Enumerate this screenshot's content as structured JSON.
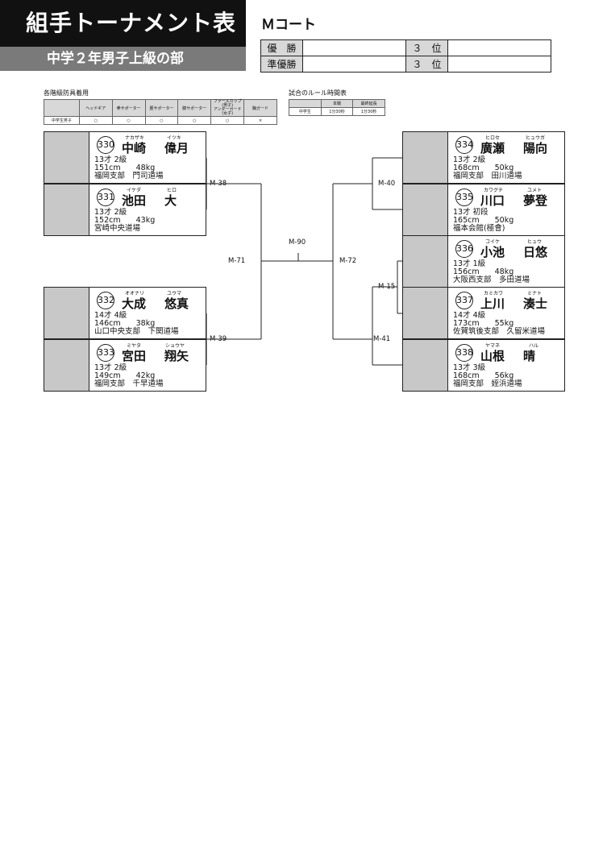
{
  "header": {
    "title": "組手トーナメント表",
    "division": "中学２年男子上級の部",
    "court": "Ｍコート"
  },
  "results": {
    "champion": "優　勝",
    "runner_up": "準優勝",
    "third_a": "３　位",
    "third_b": "３　位"
  },
  "protector_table": {
    "caption": "各階級防具着用",
    "headers": [
      "",
      "ヘッドギア",
      "拳サポーター",
      "脛サポーター",
      "膝サポーター",
      "ファールカップ(男子)",
      "胸ガード"
    ],
    "headers_sub": "アンダーガード(女子)",
    "row": [
      "中学生男子",
      "○",
      "○",
      "○",
      "○",
      "○",
      "×"
    ]
  },
  "rule_table": {
    "caption": "試合のルール時間表",
    "headers": [
      "",
      "本戦",
      "最終延長"
    ],
    "row": [
      "中学生",
      "1分30秒",
      "1分30秒"
    ]
  },
  "players": [
    {
      "num": "330",
      "kana1": "ナカザキ",
      "kana2": "イツキ",
      "name1": "中崎",
      "name2": "偉月",
      "l1": "13才 2級",
      "l2": "151cm　　48kg",
      "l3": "福岡支部　門司道場"
    },
    {
      "num": "331",
      "kana1": "イケダ",
      "kana2": "ヒロ",
      "name1": "池田",
      "name2": "大",
      "l1": "13才 2級",
      "l2": "152cm　　43kg",
      "l3": "宮崎中央道場"
    },
    {
      "num": "332",
      "kana1": "オオナリ",
      "kana2": "ユウマ",
      "name1": "大成",
      "name2": "悠真",
      "l1": "14才 4級",
      "l2": "146cm　　38kg",
      "l3": "山口中央支部　下関道場"
    },
    {
      "num": "333",
      "kana1": "ミヤタ",
      "kana2": "ショウヤ",
      "name1": "宮田",
      "name2": "翔矢",
      "l1": "13才 2級",
      "l2": "149cm　　42kg",
      "l3": "福岡支部　千早道場"
    },
    {
      "num": "334",
      "kana1": "ヒロセ",
      "kana2": "ヒュウガ",
      "name1": "廣瀬",
      "name2": "陽向",
      "l1": "13才 2級",
      "l2": "168cm　　50kg",
      "l3": "福岡支部　田川道場"
    },
    {
      "num": "335",
      "kana1": "カワグチ",
      "kana2": "ユメト",
      "name1": "川口",
      "name2": "夢登",
      "l1": "13才 初段",
      "l2": "165cm　　50kg",
      "l3": "福本会館(極會)"
    },
    {
      "num": "336",
      "kana1": "コイケ",
      "kana2": "ヒュウ",
      "name1": "小池",
      "name2": "日悠",
      "l1": "13才 1級",
      "l2": "156cm　　48kg",
      "l3": "大阪西支部　多田道場"
    },
    {
      "num": "337",
      "kana1": "カミカワ",
      "kana2": "ミナト",
      "name1": "上川",
      "name2": "湊士",
      "l1": "14才 4級",
      "l2": "173cm　　55kg",
      "l3": "佐賀筑後支部　久留米道場"
    },
    {
      "num": "338",
      "kana1": "ヤマネ",
      "kana2": "ハル",
      "name1": "山根",
      "name2": "晴",
      "l1": "13才 3級",
      "l2": "168cm　　56kg",
      "l3": "福岡支部　姪浜道場"
    }
  ],
  "matches": {
    "m38": "M-38",
    "m39": "M-39",
    "m40": "M-40",
    "m15": "M-15",
    "m41": "M-41",
    "m71": "M-71",
    "m72": "M-72",
    "m90": "M-90"
  }
}
